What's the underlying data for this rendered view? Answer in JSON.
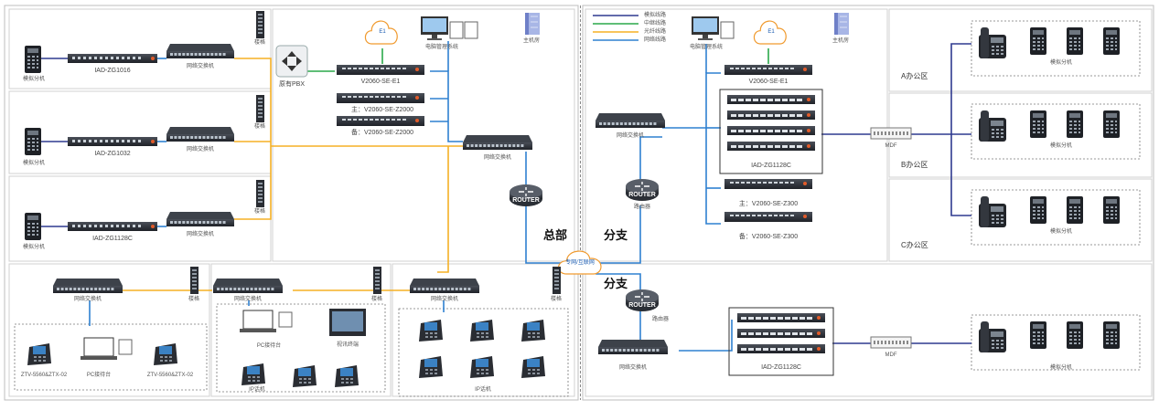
{
  "headquarters_label": "总部",
  "branch_label": "分支",
  "cloud_e1": "E1",
  "wan_cloud": "专网/互联网",
  "legend": [
    {
      "label": "模拟线路",
      "color": "#2f3a8f"
    },
    {
      "label": "中继线路",
      "color": "#2aa84a"
    },
    {
      "label": "光纤线路",
      "color": "#f5b025"
    },
    {
      "label": "网络线路",
      "color": "#2f80d0"
    }
  ],
  "hq": {
    "analog_phone": "模拟分机",
    "iad1": "IAD-ZG1016",
    "iad2": "IAD-ZG1032",
    "iad3": "IAD-ZG1128C",
    "switch": "网络交换机",
    "odf": "楼格",
    "old_pbx": "原有PBX",
    "gateway_e1": "V2060-SE-E1",
    "main_server": "主：V2060-SE-Z2000",
    "backup_server": "备：V2060-SE-Z2000",
    "console": "电脑管理系统",
    "rack": "主机房",
    "router": "ROUTER",
    "pc_console": "PC接待台",
    "video_phone": "视讯终端",
    "ip_phone": "IP话机",
    "ztv1": "ZTV-5560&ZTX-02",
    "ztv2": "ZTV-5560&ZTX-02"
  },
  "branch1": {
    "switch": "网络交换机",
    "router_text": "ROUTER",
    "router": "路由器",
    "gateway_e1": "V2060-SE-E1",
    "iad": "IAD-ZG1128C",
    "main_server": "主：V2060-SE-Z300",
    "backup_server": "备：V2060-SE-Z300",
    "console": "电脑管理系统",
    "rack": "主机房",
    "mdf": "MDF",
    "office_a": "A办公区",
    "office_b": "B办公区",
    "office_c": "C办公区",
    "analog_phone": "模拟分机"
  },
  "branch2": {
    "router_text": "ROUTER",
    "router": "路由器",
    "switch": "网络交换机",
    "iad": "IAD-ZG1128C",
    "mdf": "MDF",
    "analog_phone": "模拟分机"
  },
  "colors": {
    "network": "#2f80d0",
    "fiber": "#f5b025",
    "trunk": "#2aa84a",
    "analog": "#2f3a8f",
    "device": "#2b2f36",
    "box": "#cfcfcf"
  }
}
